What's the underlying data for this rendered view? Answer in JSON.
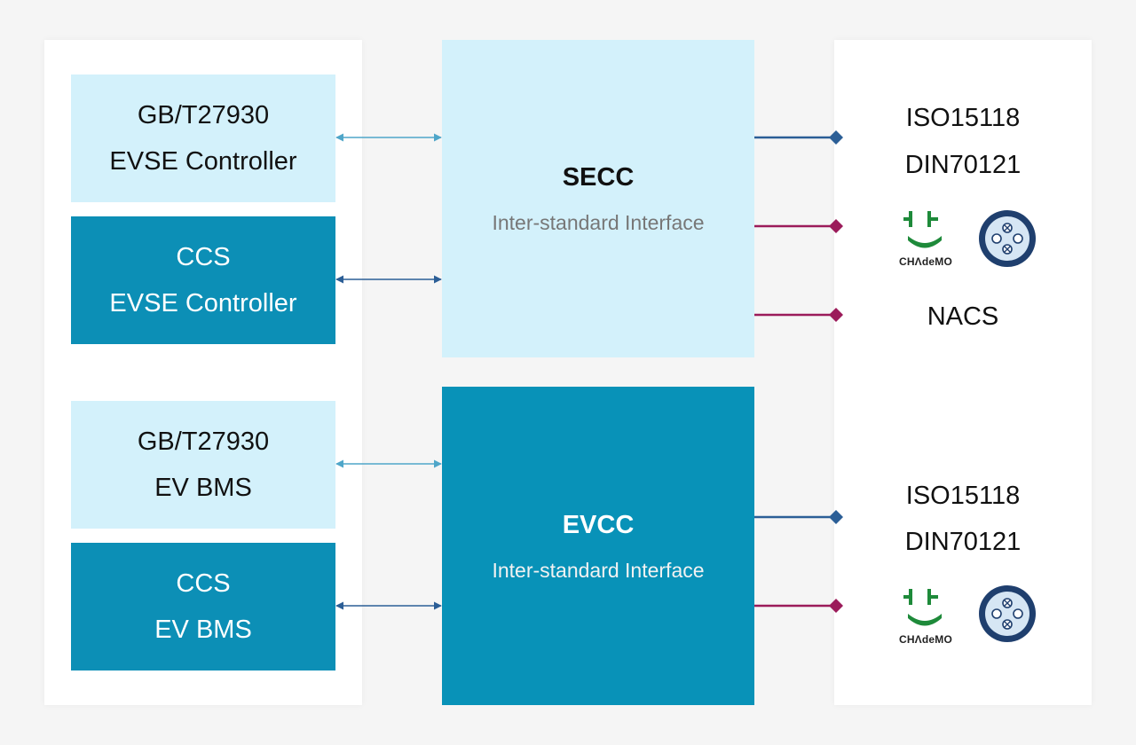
{
  "left_blocks": {
    "gb_evse": {
      "line1": "GB/T27930",
      "line2": "EVSE Controller"
    },
    "ccs_evse": {
      "line1": "CCS",
      "line2": "EVSE Controller"
    },
    "gb_bms": {
      "line1": "GB/T27930",
      "line2": "EV BMS"
    },
    "ccs_bms": {
      "line1": "CCS",
      "line2": "EV BMS"
    }
  },
  "secc": {
    "title": "SECC",
    "subtitle": "Inter-standard Interface"
  },
  "evcc": {
    "title": "EVCC",
    "subtitle": "Inter-standard Interface"
  },
  "right_top": {
    "iso": "ISO15118",
    "din": "DIN70121",
    "chademo_label": "CHΛdeMO",
    "nacs": "NACS"
  },
  "right_bottom": {
    "iso": "ISO15118",
    "din": "DIN70121",
    "chademo_label": "CHΛdeMO"
  },
  "colors": {
    "light_block": "#d3f1fb",
    "dark_block": "#0c8fb6",
    "arrow_light": "#4fa6c9",
    "arrow_dark": "#2b5e96",
    "link_blue": "#2b5e96",
    "link_magenta": "#9b1b5a",
    "chademo_green": "#1e8a3a",
    "plug_navy": "#1f3f6e",
    "plug_face": "#d6e6f4"
  }
}
